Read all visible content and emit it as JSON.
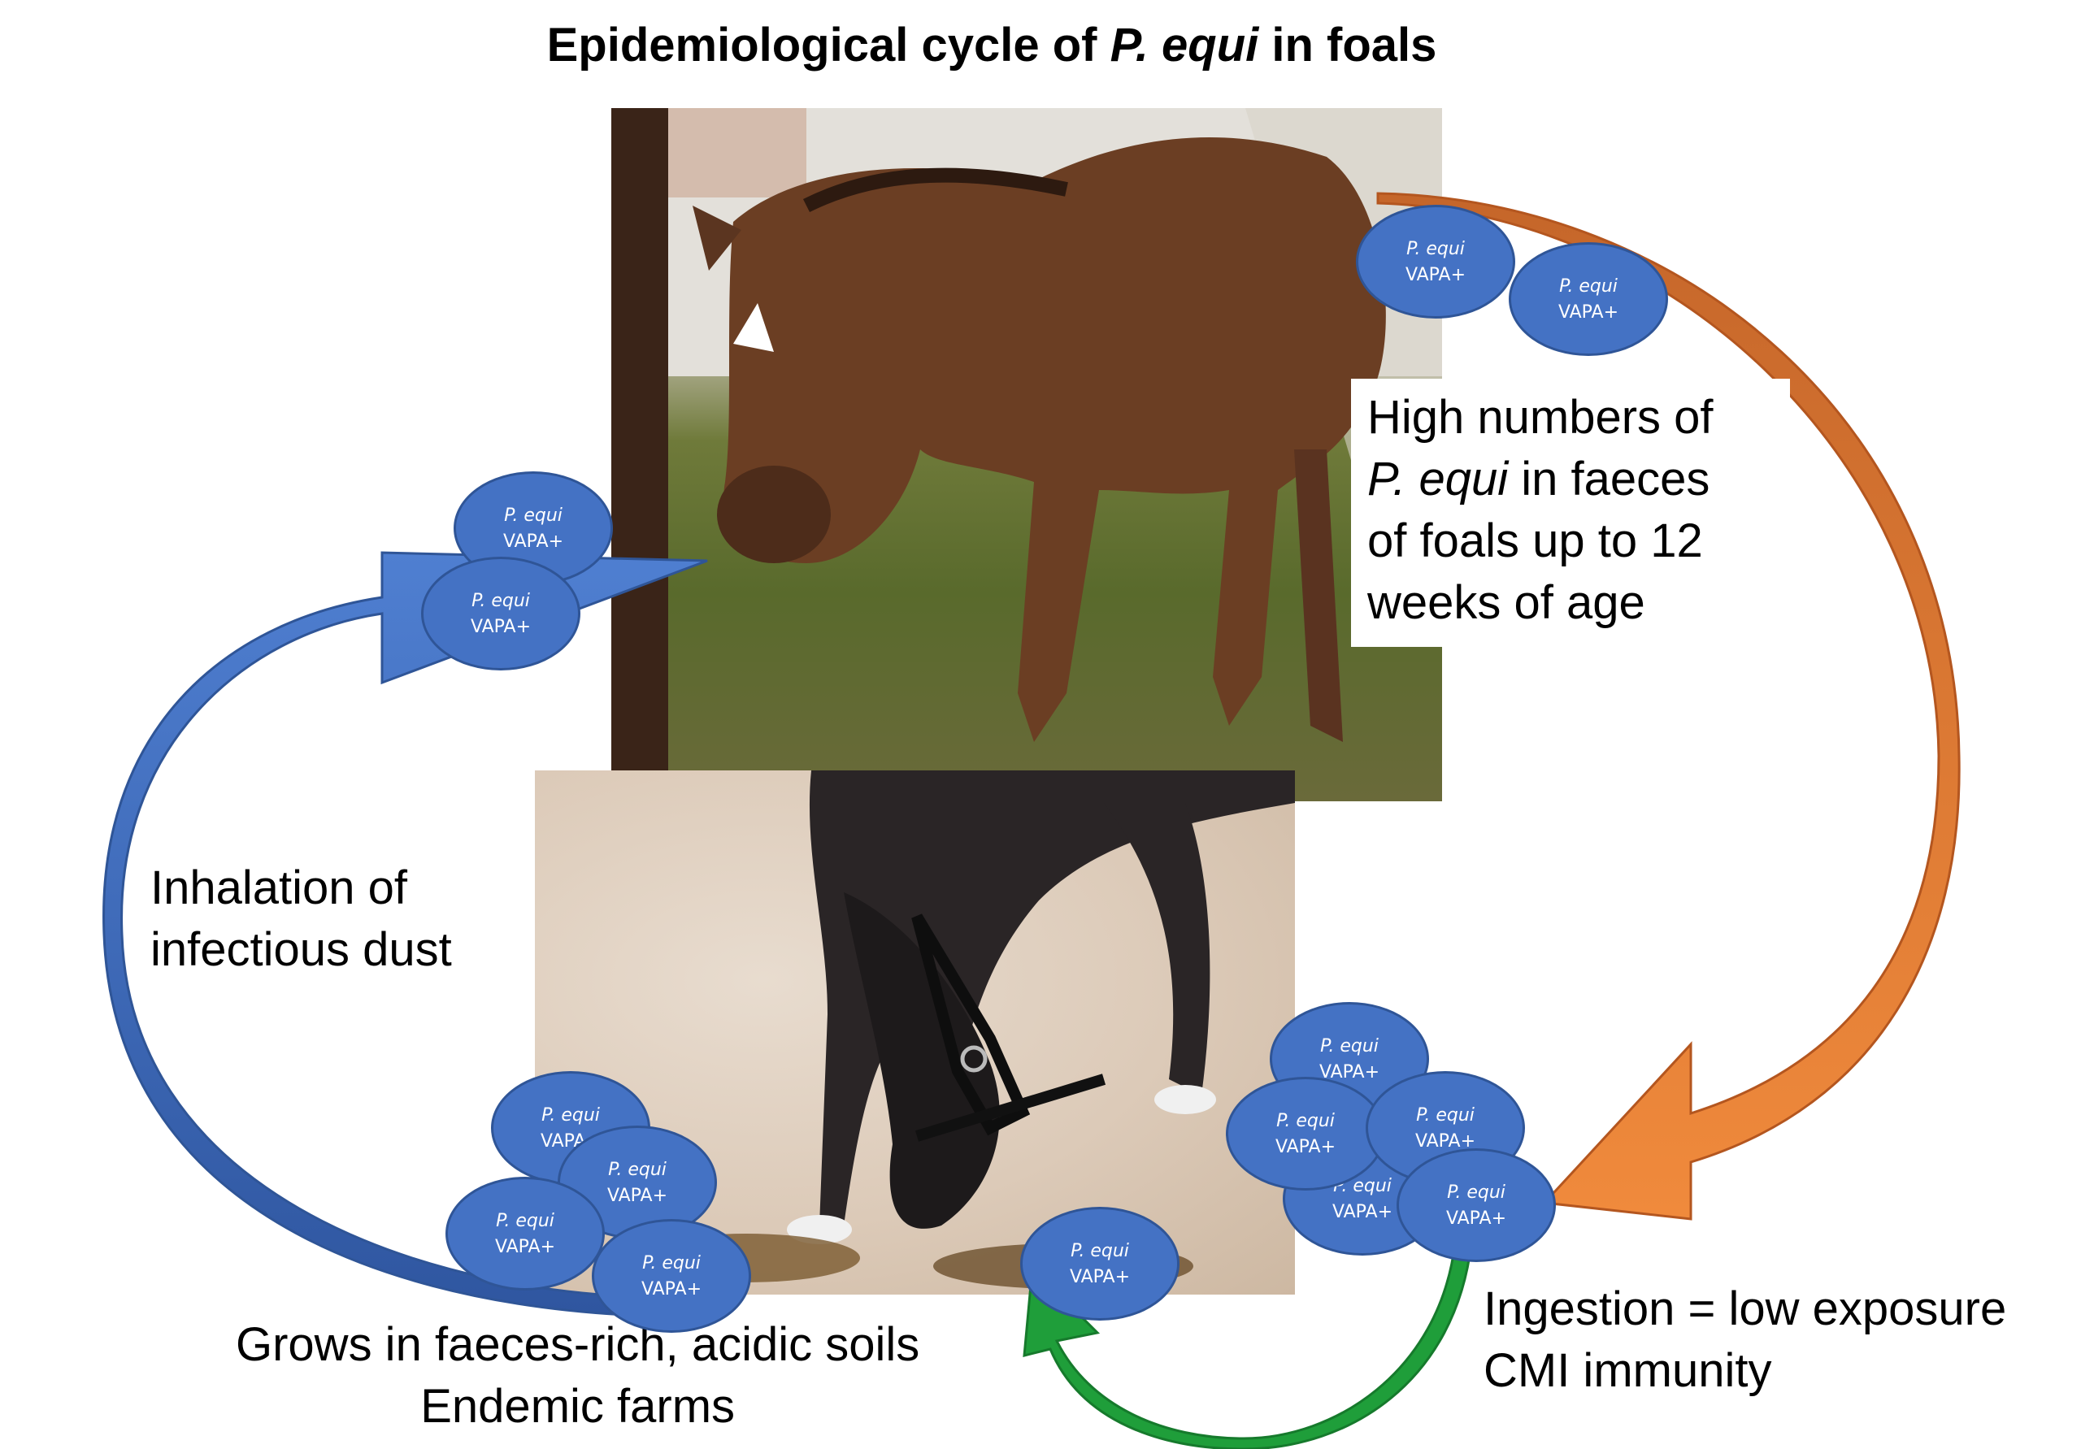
{
  "title": {
    "prefix": "Epidemiological cycle of ",
    "italic": "P. equi",
    "suffix": " in foals"
  },
  "labels": {
    "high_numbers": [
      {
        "plain": "High numbers of",
        "italic": ""
      },
      {
        "plain": " in faeces",
        "italic": "P. equi"
      },
      {
        "plain": "of foals up to 12",
        "italic": ""
      },
      {
        "plain": "weeks of age",
        "italic": ""
      }
    ],
    "inhalation": [
      "Inhalation of",
      "infectious dust"
    ],
    "grows": [
      "Grows in faeces-rich, acidic soils",
      "Endemic farms"
    ],
    "ingestion": [
      "Ingestion = low exposure",
      "CMI immunity"
    ]
  },
  "bacterium": {
    "species": "P. equi",
    "genotype": "VAPA+"
  },
  "colors": {
    "inhalation_arrow": "#4472c4",
    "faeces_arrow": "#ed7d31",
    "ingestion_arrow": "#1f9e3a",
    "bacterium_fill": "#4472c4"
  },
  "photos": {
    "top": "foal-standing-photo",
    "bottom": "foal-grazing-photo"
  }
}
